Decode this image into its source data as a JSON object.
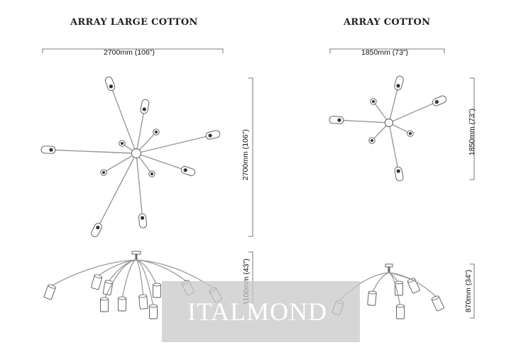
{
  "left": {
    "title": "ARRAY LARGE COTTON",
    "width_label": "2700mm (106\")",
    "height_plan_label": "2700mm (106\")",
    "height_elev_label": "1100mm (43\")"
  },
  "right": {
    "title": "ARRAY COTTON",
    "width_label": "1850mm (73\")",
    "height_plan_label": "1850mm (73\")",
    "height_elev_label": "870mm (34\")"
  },
  "watermark": "ITALMOND",
  "colors": {
    "line": "#9a9a9a",
    "outline": "#555555",
    "dim_line": "#555555",
    "text": "#111111"
  }
}
